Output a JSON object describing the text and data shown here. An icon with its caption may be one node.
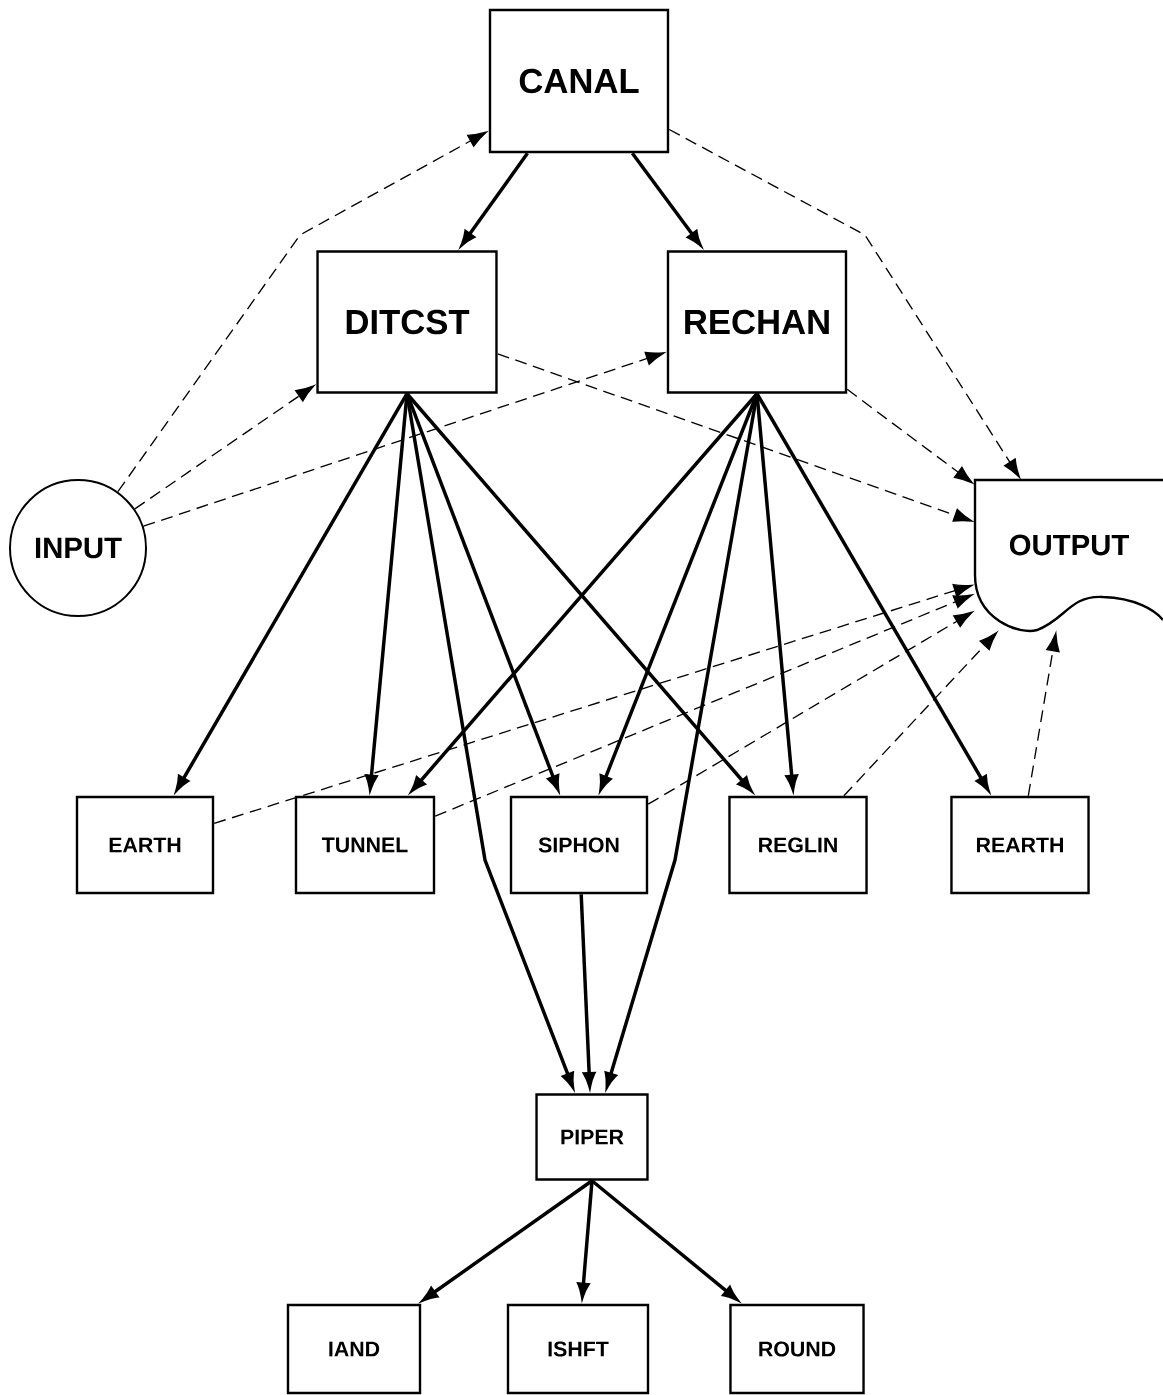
{
  "diagram": {
    "nodes": [
      {
        "text": [
          "CANAL"
        ]
      },
      {
        "text": [
          "DITCST"
        ]
      },
      {
        "text": [
          "RECHAN"
        ]
      },
      {
        "text": [
          "INPUT"
        ]
      },
      {
        "text": [
          "OUTPUT"
        ]
      },
      {
        "text": [
          "EARTH"
        ]
      },
      {
        "text": [
          "TUNNEL"
        ]
      },
      {
        "text": [
          "SIPHON"
        ]
      },
      {
        "text": [
          "REGLIN"
        ]
      },
      {
        "text": [
          "REARTH"
        ]
      },
      {
        "text": [
          "PIPER"
        ]
      },
      {
        "text": [
          "IAND"
        ]
      },
      {
        "text": [
          "ISHFT"
        ]
      },
      {
        "text": [
          "ROUND"
        ]
      }
    ],
    "edges": [
      {
        "from": 0,
        "to": 1,
        "arrow": "to"
      },
      {
        "from": 0,
        "to": 2,
        "arrow": "to"
      },
      {
        "from": 3,
        "to": 0,
        "arrow": "to",
        "style": "dashed"
      },
      {
        "from": 3,
        "to": 1,
        "arrow": "to",
        "style": "dashed"
      },
      {
        "from": 3,
        "to": 2,
        "arrow": "to",
        "style": "dashed"
      },
      {
        "from": 0,
        "to": 4,
        "arrow": "to",
        "style": "dashed"
      },
      {
        "from": 2,
        "to": 4,
        "arrow": "to",
        "style": "dashed"
      },
      {
        "from": 1,
        "to": 4,
        "arrow": "to",
        "style": "dashed"
      },
      {
        "from": 1,
        "to": 5,
        "arrow": "to"
      },
      {
        "from": 1,
        "to": 6,
        "arrow": "to"
      },
      {
        "from": 1,
        "to": 10,
        "arrow": "to"
      },
      {
        "from": 1,
        "to": 7,
        "arrow": "to"
      },
      {
        "from": 1,
        "to": 8,
        "arrow": "to"
      },
      {
        "from": 2,
        "to": 6,
        "arrow": "to"
      },
      {
        "from": 2,
        "to": 7,
        "arrow": "to"
      },
      {
        "from": 2,
        "to": 10,
        "arrow": "to"
      },
      {
        "from": 2,
        "to": 8,
        "arrow": "to"
      },
      {
        "from": 2,
        "to": 9,
        "arrow": "to"
      },
      {
        "from": 5,
        "to": 4,
        "arrow": "to",
        "style": "dashed"
      },
      {
        "from": 6,
        "to": 4,
        "arrow": "to",
        "style": "dashed"
      },
      {
        "from": 7,
        "to": 4,
        "arrow": "to",
        "style": "dashed"
      },
      {
        "from": 8,
        "to": 4,
        "arrow": "to",
        "style": "dashed"
      },
      {
        "from": 9,
        "to": 4,
        "arrow": "to",
        "style": "dashed"
      },
      {
        "from": 7,
        "to": 10,
        "arrow": "to"
      },
      {
        "from": 10,
        "to": 11,
        "arrow": "to"
      },
      {
        "from": 10,
        "to": 12,
        "arrow": "to"
      },
      {
        "from": 10,
        "to": 13,
        "arrow": "to"
      }
    ]
  }
}
